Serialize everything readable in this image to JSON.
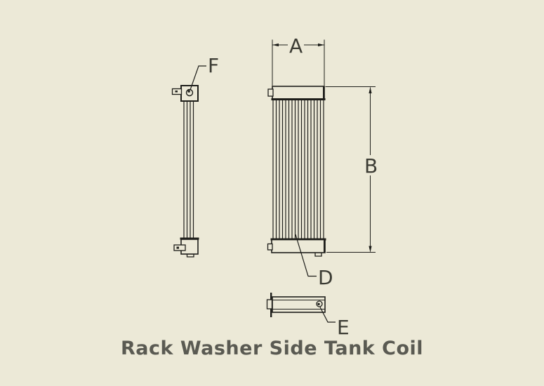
{
  "title": {
    "text": "Rack Washer Side Tank Coil"
  },
  "labels": {
    "a": "A",
    "b": "B",
    "d": "D",
    "e": "E",
    "f": "F"
  },
  "colors": {
    "background": "#ece9d7",
    "line": "#1e1e1a",
    "label_text": "#3c3c34",
    "title_text": "#5a5a52"
  }
}
